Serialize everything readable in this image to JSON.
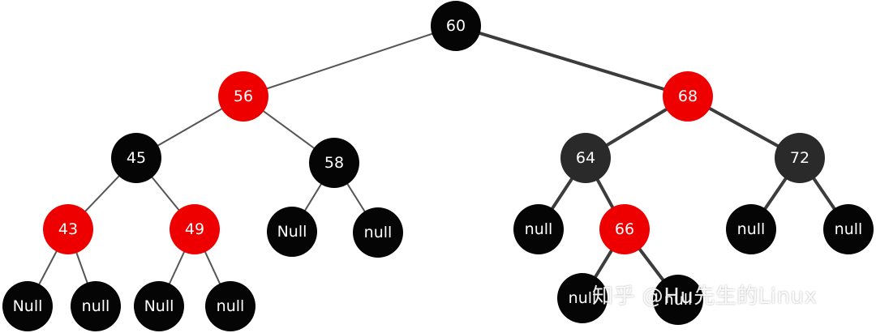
{
  "colors": {
    "red": "#ee0000",
    "black": "#050505",
    "dark_gray": "#2a2a2a",
    "edge_thin": "#555555",
    "edge_thick": "#3c3c3c",
    "label": "#ffffff"
  },
  "tree": {
    "nodes": [
      {
        "id": "n60",
        "label": "60",
        "color": "black"
      },
      {
        "id": "n56",
        "label": "56",
        "color": "red"
      },
      {
        "id": "n68",
        "label": "68",
        "color": "red"
      },
      {
        "id": "n45",
        "label": "45",
        "color": "black"
      },
      {
        "id": "n58",
        "label": "58",
        "color": "black"
      },
      {
        "id": "n64",
        "label": "64",
        "color": "dark_gray"
      },
      {
        "id": "n72",
        "label": "72",
        "color": "dark_gray"
      },
      {
        "id": "n43",
        "label": "43",
        "color": "red"
      },
      {
        "id": "n49",
        "label": "49",
        "color": "red"
      },
      {
        "id": "nl58a",
        "label": "Null",
        "color": "black"
      },
      {
        "id": "nl58b",
        "label": "null",
        "color": "black"
      },
      {
        "id": "nl64a",
        "label": "null",
        "color": "black"
      },
      {
        "id": "n66",
        "label": "66",
        "color": "red"
      },
      {
        "id": "nl72a",
        "label": "null",
        "color": "black"
      },
      {
        "id": "nl72b",
        "label": "null",
        "color": "black"
      },
      {
        "id": "nl43a",
        "label": "Null",
        "color": "black"
      },
      {
        "id": "nl43b",
        "label": "null",
        "color": "black"
      },
      {
        "id": "nl49a",
        "label": "Null",
        "color": "black"
      },
      {
        "id": "nl49b",
        "label": "null",
        "color": "black"
      },
      {
        "id": "nl66a",
        "label": "null",
        "color": "black"
      },
      {
        "id": "nl66b",
        "label": "null",
        "color": "black"
      }
    ],
    "edges": [
      [
        "n60",
        "n56"
      ],
      [
        "n60",
        "n68"
      ],
      [
        "n56",
        "n45"
      ],
      [
        "n56",
        "n58"
      ],
      [
        "n68",
        "n64"
      ],
      [
        "n68",
        "n72"
      ],
      [
        "n45",
        "n43"
      ],
      [
        "n45",
        "n49"
      ],
      [
        "n58",
        "nl58a"
      ],
      [
        "n58",
        "nl58b"
      ],
      [
        "n64",
        "nl64a"
      ],
      [
        "n64",
        "n66"
      ],
      [
        "n72",
        "nl72a"
      ],
      [
        "n72",
        "nl72b"
      ],
      [
        "n43",
        "nl43a"
      ],
      [
        "n43",
        "nl43b"
      ],
      [
        "n49",
        "nl49a"
      ],
      [
        "n49",
        "nl49b"
      ],
      [
        "n66",
        "nl66a"
      ],
      [
        "n66",
        "nl66b"
      ]
    ]
  },
  "watermark": "知乎 @Hu先生的Linux"
}
